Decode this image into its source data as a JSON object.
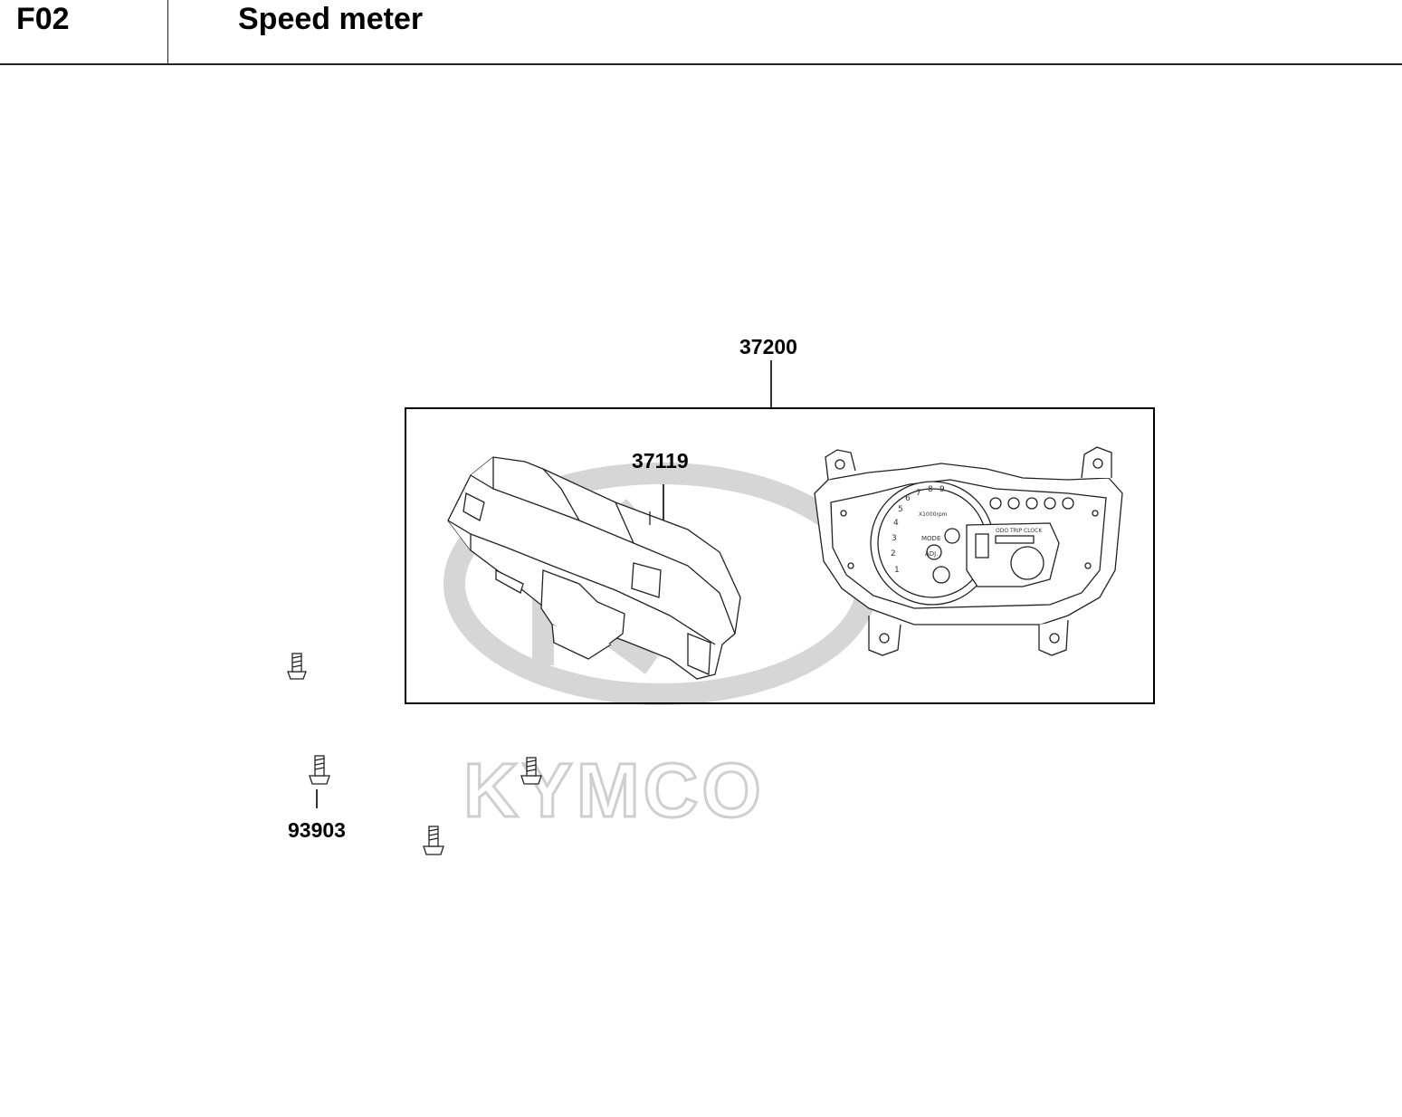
{
  "header": {
    "section_code": "F02",
    "title": "Speed meter"
  },
  "watermark": {
    "brand": "KYMCO",
    "color": "#d0d0d0"
  },
  "parts": [
    {
      "number": "37200"
    },
    {
      "number": "37119"
    },
    {
      "number": "93903"
    }
  ],
  "dial": {
    "tach_numbers": [
      "1",
      "2",
      "3",
      "4",
      "5",
      "6",
      "7",
      "8",
      "9"
    ],
    "rpm_unit": "X1000rpm",
    "mode_button": "MODE",
    "adj_button": "ADJ.",
    "lcd_modes": "ODO TRIP CLOCK"
  }
}
